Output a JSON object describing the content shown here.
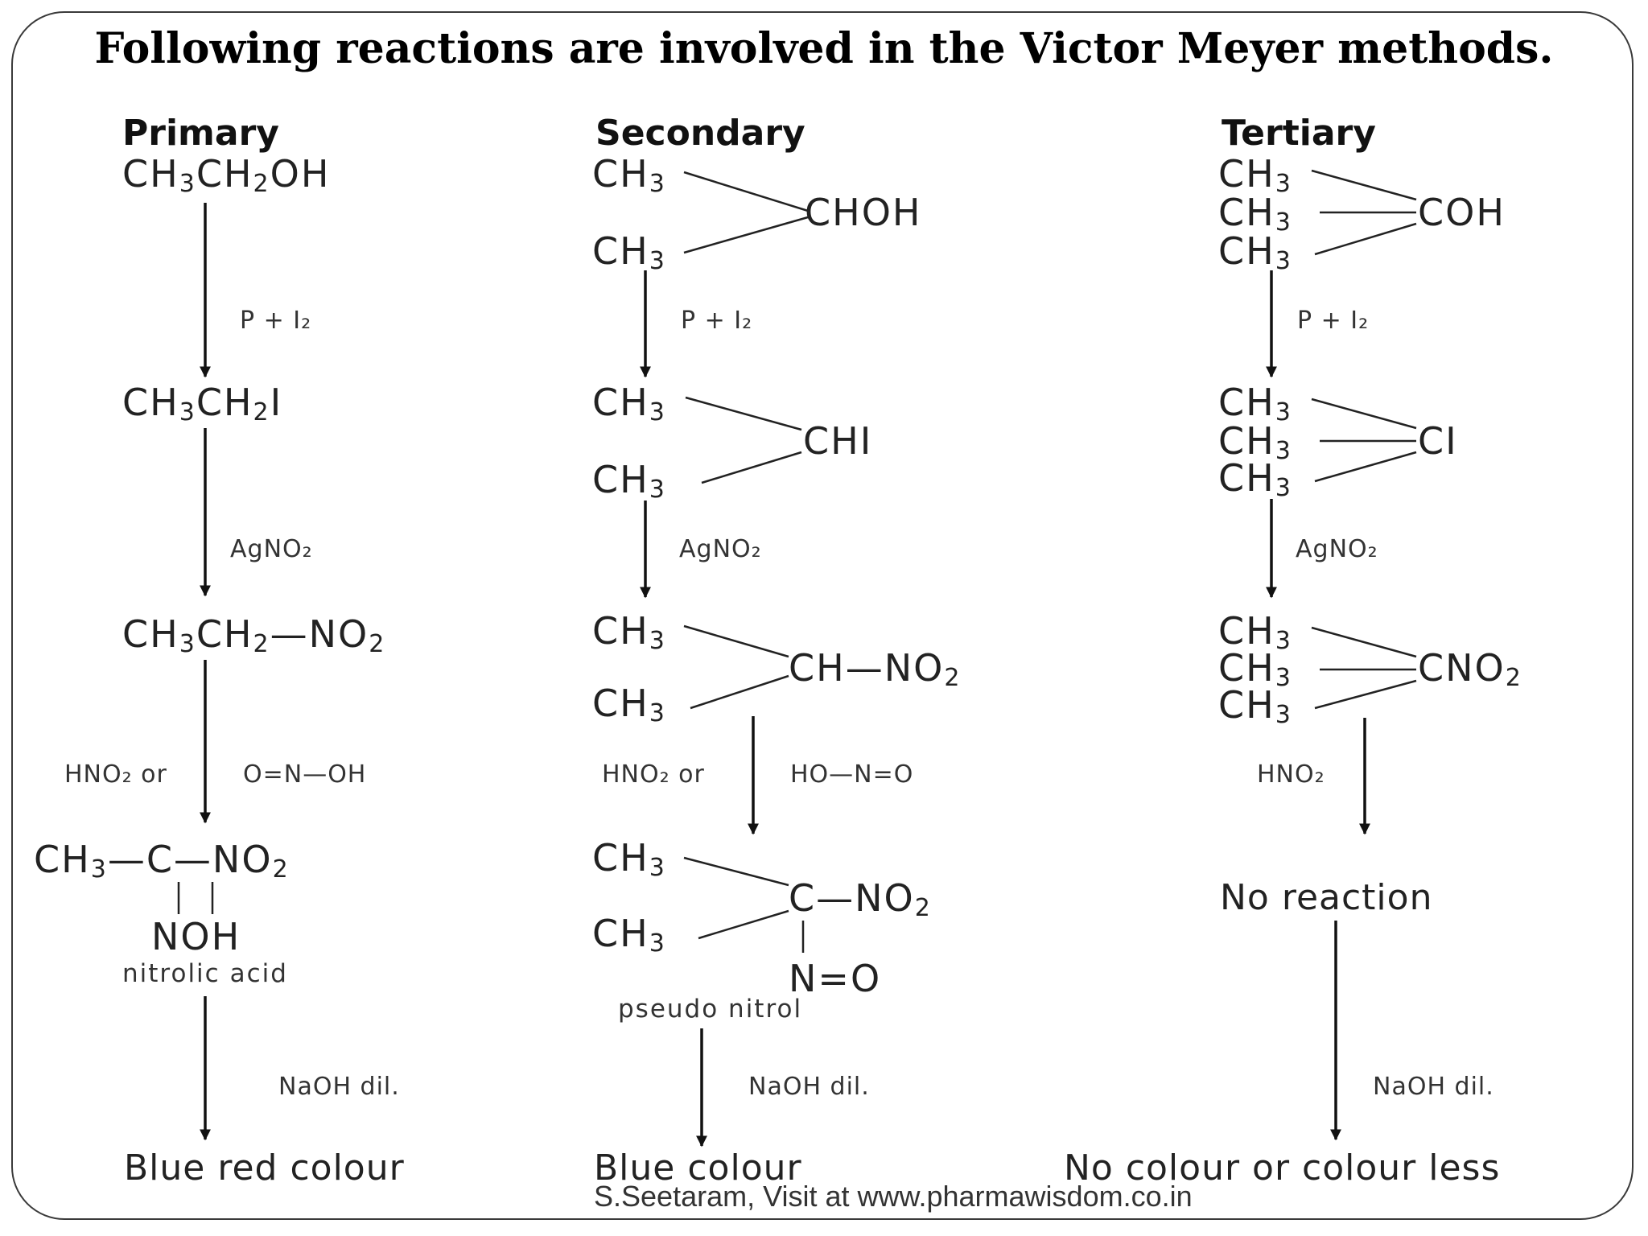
{
  "title": "Following reactions are involved in the Victor Meyer methods.",
  "footer": "S.Seetaram, Visit at www.pharmawisdom.co.in",
  "columns": {
    "primary": {
      "heading": "Primary",
      "reagent1": "P + I₂",
      "reagent2": "AgNO₂",
      "reagent3a": "HNO₂ or",
      "reagent3b": "O=N—OH",
      "product_group": "NOH",
      "product_name": "nitrolic acid",
      "reagent4": "NaOH dil.",
      "result": "Blue red colour"
    },
    "secondary": {
      "heading": "Secondary",
      "reagent1": "P + I₂",
      "reagent2": "AgNO₂",
      "reagent3a": "HNO₂ or",
      "reagent3b": "HO—N=O",
      "product_group": "N=O",
      "product_name": "pseudo nitrol",
      "reagent4": "NaOH dil.",
      "result": "Blue colour"
    },
    "tertiary": {
      "heading": "Tertiary",
      "reagent1": "P + I₂",
      "reagent2": "AgNO₂",
      "reagent3": "HNO₂",
      "product": "No reaction",
      "reagent4": "NaOH dil.",
      "result": "No colour or colour less"
    }
  }
}
